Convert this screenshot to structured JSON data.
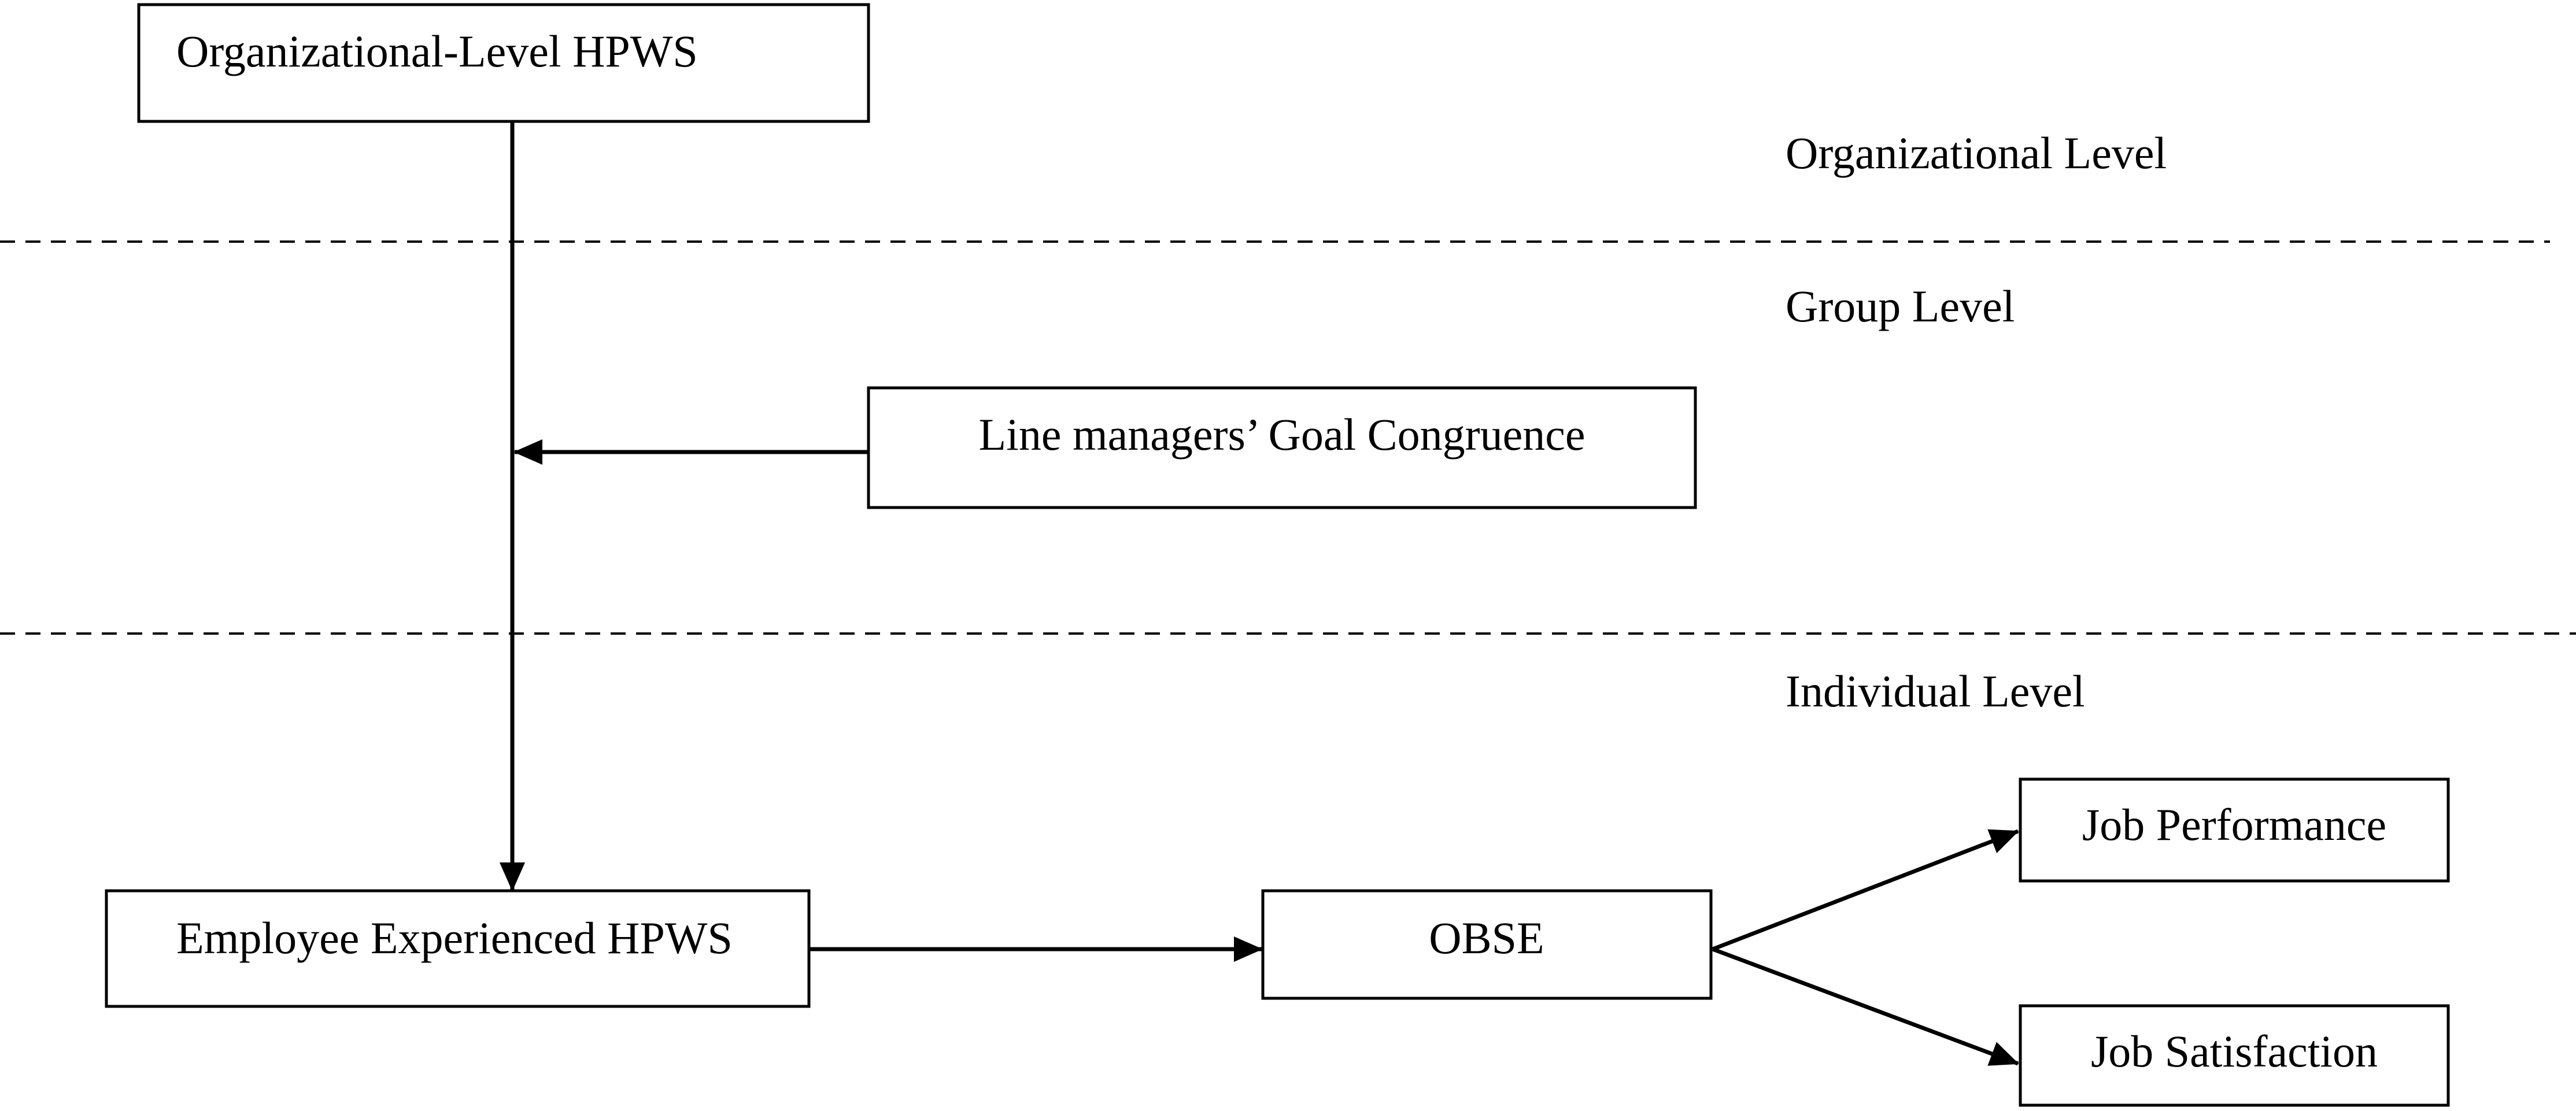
{
  "levels": {
    "organizational": "Organizational Level",
    "group": "Group Level",
    "individual": "Individual Level"
  },
  "boxes": {
    "org_hpws": "Organizational-Level HPWS",
    "line_managers": "Line managers’ Goal Congruence",
    "employee_hpws": "Employee Experienced HPWS",
    "obse": "OBSE",
    "job_performance": "Job Performance",
    "job_satisfaction": "Job Satisfaction"
  },
  "colors": {
    "stroke": "#000000",
    "background": "#ffffff"
  }
}
